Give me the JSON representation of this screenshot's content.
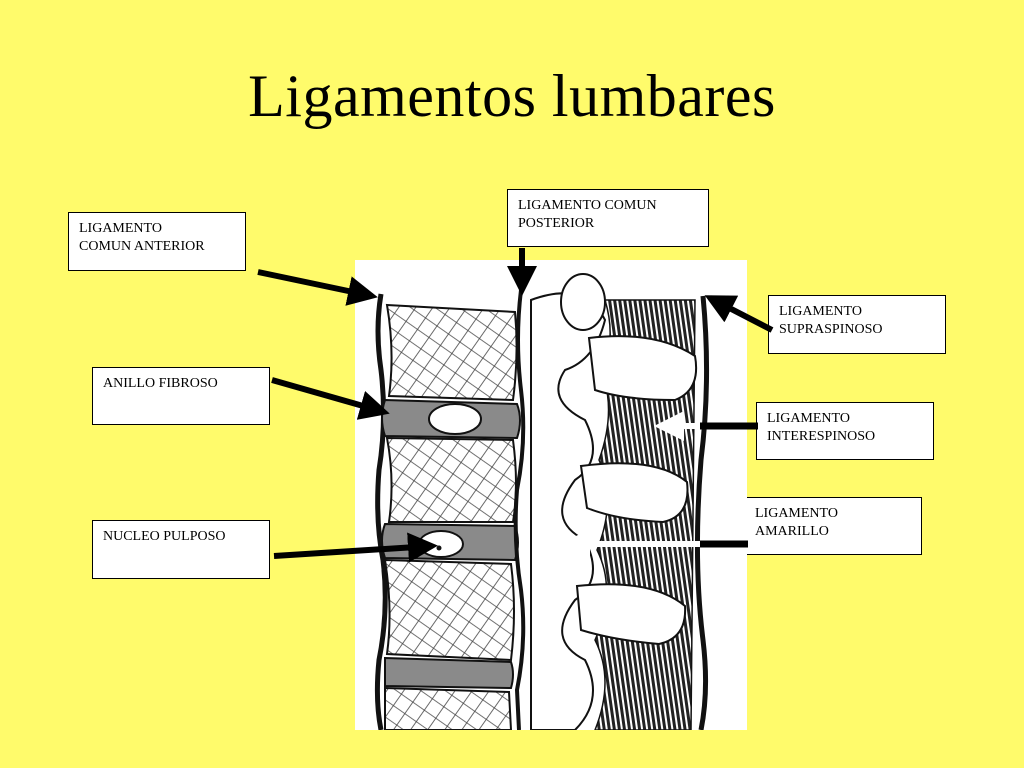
{
  "title": "Ligamentos  lumbares",
  "labels": {
    "comun_anterior": {
      "line1": "LIGAMENTO",
      "line2": "COMUN ANTERIOR"
    },
    "comun_posterior": {
      "line1": "LIGAMENTO COMUN",
      "line2": "POSTERIOR"
    },
    "supraspinoso": {
      "line1": "LIGAMENTO",
      "line2": "SUPRASPINOSO"
    },
    "anillo_fibroso": {
      "line1": "ANILLO FIBROSO"
    },
    "interespinoso": {
      "line1": "LIGAMENTO",
      "line2": "INTERESPINOSO"
    },
    "amarillo": {
      "line1": "LIGAMENTO",
      "line2": "AMARILLO"
    },
    "nucleo_pulposo": {
      "line1": "NUCLEO PULPOSO"
    }
  },
  "colors": {
    "background": "#FFFB6B",
    "arrow_black": "#000000",
    "arrow_white": "#FFFFFF",
    "disc_gray": "#8A8A8A"
  }
}
